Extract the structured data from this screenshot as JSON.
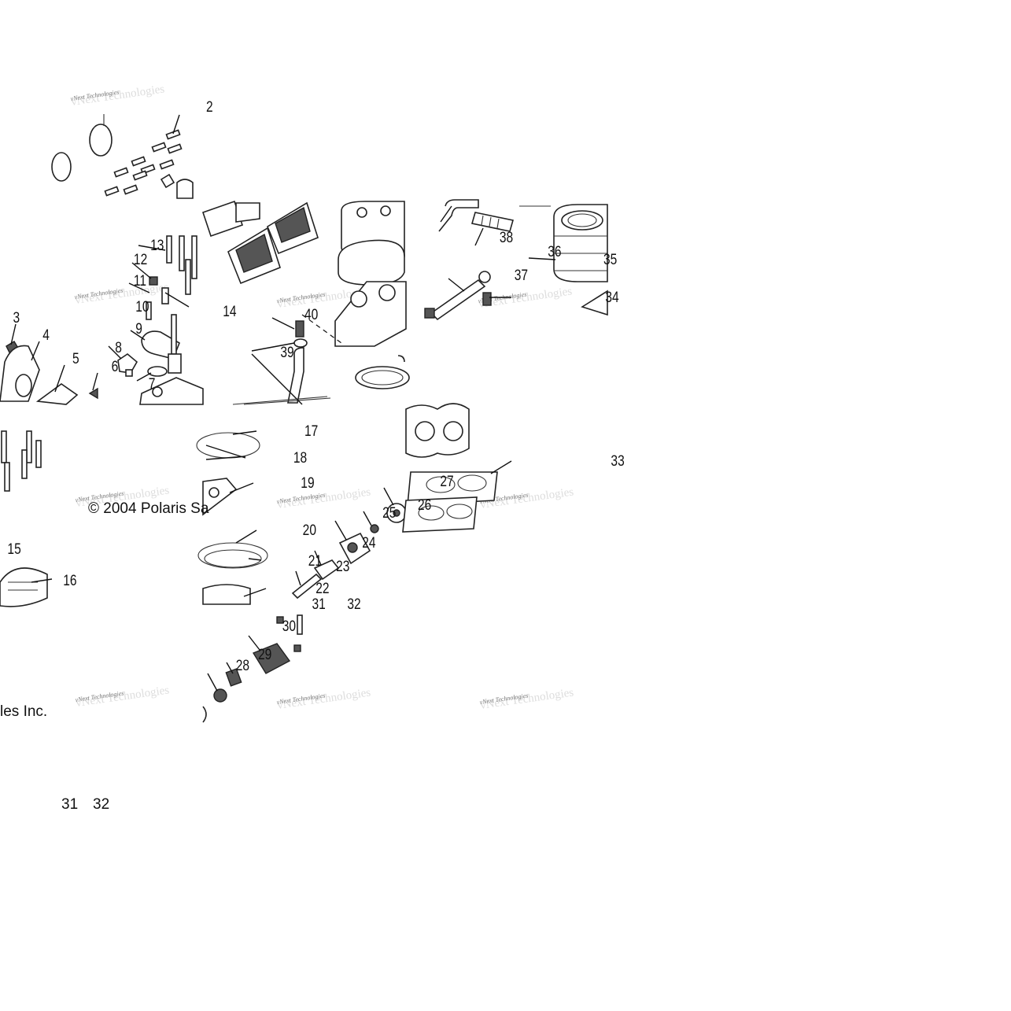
{
  "diagram": {
    "callouts": [
      "2",
      "3",
      "4",
      "5",
      "6",
      "7",
      "8",
      "9",
      "10",
      "11",
      "12",
      "13",
      "14",
      "15",
      "16",
      "17",
      "18",
      "19",
      "20",
      "21",
      "22",
      "23",
      "24",
      "25",
      "26",
      "27",
      "28",
      "29",
      "30",
      "31",
      "32",
      "33",
      "34",
      "35",
      "36",
      "37",
      "38",
      "39",
      "40"
    ],
    "copyright_left": "© 2004 Polaris Sa",
    "copyright_right": "les Inc.",
    "footer_labels": [
      "31",
      "32"
    ],
    "watermark": "vNext Technologies"
  }
}
